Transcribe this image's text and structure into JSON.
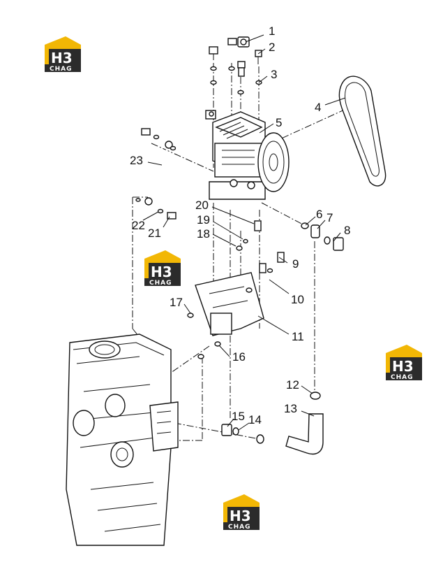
{
  "diagram": {
    "colors": {
      "line": "#111111",
      "logo_yellow": "#f2b705",
      "logo_dark": "#2b2b2b",
      "background": "#ffffff"
    },
    "watermark": {
      "main": "H3",
      "sub": "CHAG"
    },
    "callouts": [
      {
        "label": "1"
      },
      {
        "label": "2"
      },
      {
        "label": "3"
      },
      {
        "label": "4"
      },
      {
        "label": "5"
      },
      {
        "label": "6"
      },
      {
        "label": "7"
      },
      {
        "label": "8"
      },
      {
        "label": "9"
      },
      {
        "label": "10"
      },
      {
        "label": "11"
      },
      {
        "label": "12"
      },
      {
        "label": "13"
      },
      {
        "label": "14"
      },
      {
        "label": "15"
      },
      {
        "label": "16"
      },
      {
        "label": "17"
      },
      {
        "label": "18"
      },
      {
        "label": "19"
      },
      {
        "label": "20"
      },
      {
        "label": "21"
      },
      {
        "label": "22"
      },
      {
        "label": "23"
      }
    ]
  }
}
